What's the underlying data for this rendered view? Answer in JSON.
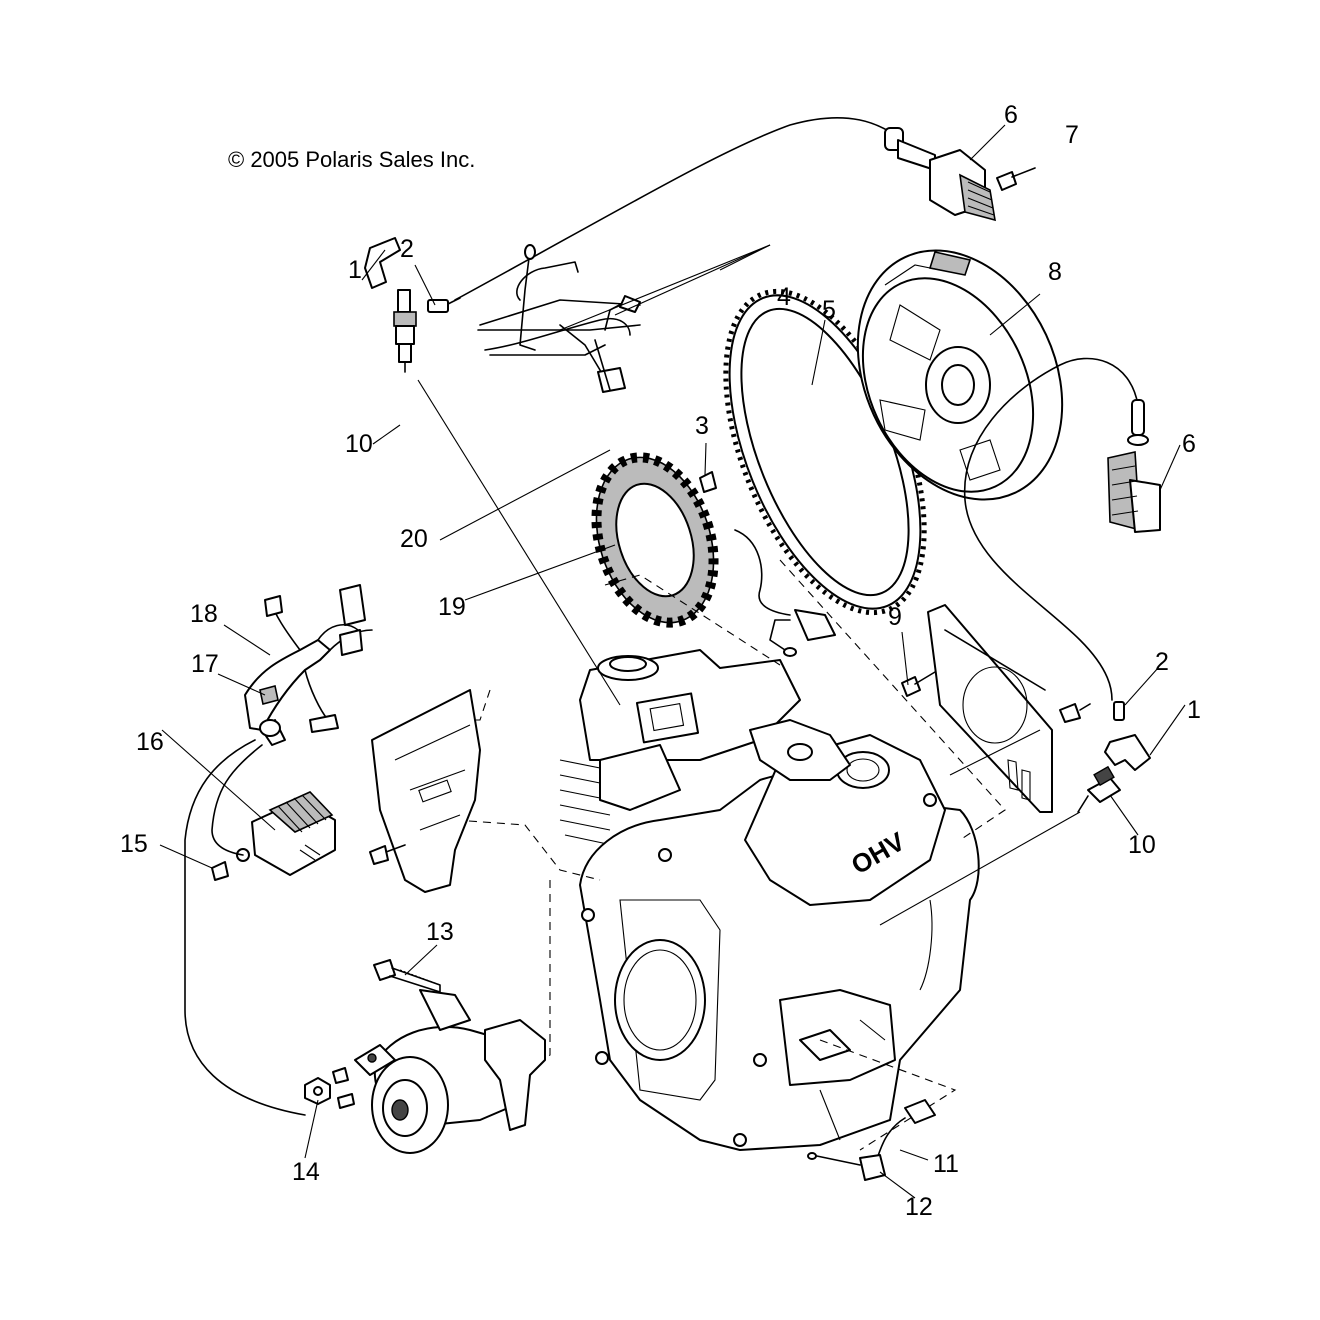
{
  "copyright": "© 2005 Polaris Sales Inc.",
  "callouts": [
    {
      "id": "c1a",
      "label": "1"
    },
    {
      "id": "c2a",
      "label": "2"
    },
    {
      "id": "c3",
      "label": "3"
    },
    {
      "id": "c4",
      "label": "4"
    },
    {
      "id": "c5",
      "label": "5"
    },
    {
      "id": "c6a",
      "label": "6"
    },
    {
      "id": "c6b",
      "label": "6"
    },
    {
      "id": "c7",
      "label": "7"
    },
    {
      "id": "c8",
      "label": "8"
    },
    {
      "id": "c9",
      "label": "9"
    },
    {
      "id": "c10a",
      "label": "10"
    },
    {
      "id": "c10b",
      "label": "10"
    },
    {
      "id": "c11",
      "label": "11"
    },
    {
      "id": "c12",
      "label": "12"
    },
    {
      "id": "c13",
      "label": "13"
    },
    {
      "id": "c14",
      "label": "14"
    },
    {
      "id": "c15",
      "label": "15"
    },
    {
      "id": "c16",
      "label": "16"
    },
    {
      "id": "c17",
      "label": "17"
    },
    {
      "id": "c18",
      "label": "18"
    },
    {
      "id": "c19",
      "label": "19"
    },
    {
      "id": "c20",
      "label": "20"
    },
    {
      "id": "c2b",
      "label": "2"
    },
    {
      "id": "c1b",
      "label": "1"
    }
  ],
  "engine_marking": "OHV"
}
